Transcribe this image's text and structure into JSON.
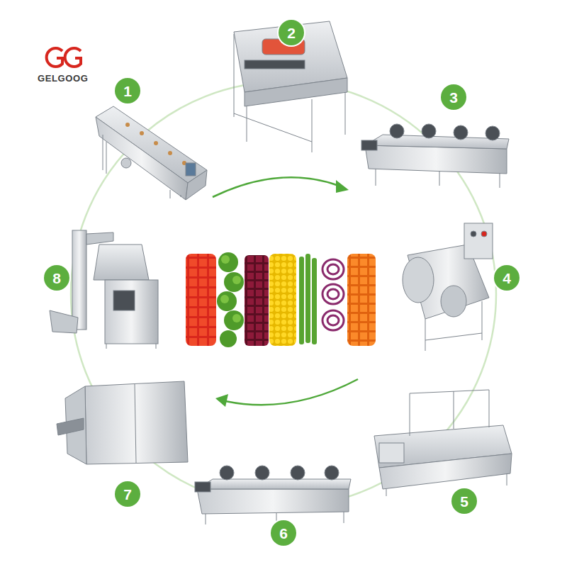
{
  "diagram": {
    "nodes": [
      {
        "text": [
          "1"
        ]
      },
      {
        "text": [
          "2"
        ]
      },
      {
        "text": [
          "3"
        ]
      },
      {
        "text": [
          "4"
        ]
      },
      {
        "text": [
          "5"
        ]
      },
      {
        "text": [
          "6"
        ]
      },
      {
        "text": [
          "7"
        ]
      },
      {
        "text": [
          "8"
        ]
      }
    ],
    "labels": [
      "GELGOOG"
    ]
  }
}
